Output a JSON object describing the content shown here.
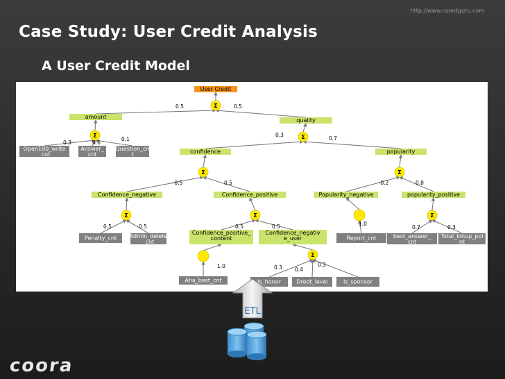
{
  "header": {
    "url": "http://www.coordguru.com",
    "title": "Case Study: User Credit Analysis",
    "subtitle": "A User Credit Model",
    "logo": "coora"
  },
  "etl": {
    "label": "ETL"
  },
  "colors": {
    "orange_node": "#f7941d",
    "green_node": "#c9e36b",
    "gray_leaf": "#808080",
    "yellow_op": "#ffea00",
    "edge": "#7a7a7a"
  },
  "diagram": {
    "nodes": [
      {
        "id": "user_credit",
        "label": "User Credit",
        "kind": "orange"
      },
      {
        "id": "s_root",
        "label": "Σ",
        "kind": "sigma"
      },
      {
        "id": "amount",
        "label": "amount",
        "kind": "green"
      },
      {
        "id": "quality",
        "label": "quality",
        "kind": "green"
      },
      {
        "id": "s_amount",
        "label": "Σ",
        "kind": "sigma"
      },
      {
        "id": "s_quality",
        "label": "Σ",
        "kind": "sigma"
      },
      {
        "id": "open100",
        "label": "Open100_write _cnt",
        "kind": "gray"
      },
      {
        "id": "answer",
        "label": "Answer_ cnt",
        "kind": "gray"
      },
      {
        "id": "question",
        "label": "Question_cn t",
        "kind": "gray"
      },
      {
        "id": "confidence",
        "label": "confidence",
        "kind": "green"
      },
      {
        "id": "popularity",
        "label": "popularity",
        "kind": "green"
      },
      {
        "id": "s_conf",
        "label": "Σ",
        "kind": "sigma"
      },
      {
        "id": "s_pop",
        "label": "Σ",
        "kind": "sigma"
      },
      {
        "id": "conf_neg",
        "label": "Confidence_negative",
        "kind": "green"
      },
      {
        "id": "conf_pos",
        "label": "Confidence_positive",
        "kind": "green"
      },
      {
        "id": "pop_neg",
        "label": "Popularity_negative",
        "kind": "green"
      },
      {
        "id": "pop_pos",
        "label": "popularity_positive",
        "kind": "green"
      },
      {
        "id": "s_confneg",
        "label": "Σ",
        "kind": "sigma"
      },
      {
        "id": "s_confpos",
        "label": "Σ",
        "kind": "sigma"
      },
      {
        "id": "o_popneg",
        "label": "",
        "kind": "blank"
      },
      {
        "id": "s_poppos",
        "label": "Σ",
        "kind": "sigma"
      },
      {
        "id": "penalty",
        "label": "Penalty_cnt",
        "kind": "gray"
      },
      {
        "id": "admin",
        "label": "Admin_delete _cnt",
        "kind": "gray"
      },
      {
        "id": "cp_content",
        "label": "Confidence_positive_ content",
        "kind": "green"
      },
      {
        "id": "cn_user",
        "label": "Confidence_negativ e_user",
        "kind": "green"
      },
      {
        "id": "report",
        "label": "Report_cnt",
        "kind": "gray"
      },
      {
        "id": "best_answer",
        "label": "best_answer_ cnt",
        "kind": "gray"
      },
      {
        "id": "total_kinup",
        "label": "Total_kinup_poi nt",
        "kind": "gray"
      },
      {
        "id": "o_content",
        "label": "",
        "kind": "blank"
      },
      {
        "id": "s_user",
        "label": "Σ",
        "kind": "sigma"
      },
      {
        "id": "aha",
        "label": "Aha_best_cnt",
        "kind": "gray"
      },
      {
        "id": "is_honor",
        "label": "Is_honor",
        "kind": "gray"
      },
      {
        "id": "dredt",
        "label": "Dredt_level",
        "kind": "gray"
      },
      {
        "id": "is_sponsor",
        "label": "Is_sponsor",
        "kind": "gray"
      }
    ],
    "edges": [
      {
        "from": "s_root",
        "to": "user_credit"
      },
      {
        "from": "amount",
        "to": "s_root"
      },
      {
        "from": "quality",
        "to": "s_root"
      },
      {
        "from": "s_amount",
        "to": "amount"
      },
      {
        "from": "s_quality",
        "to": "quality"
      },
      {
        "from": "open100",
        "to": "s_amount"
      },
      {
        "from": "answer",
        "to": "s_amount"
      },
      {
        "from": "question",
        "to": "s_amount"
      },
      {
        "from": "confidence",
        "to": "s_quality"
      },
      {
        "from": "popularity",
        "to": "s_quality"
      },
      {
        "from": "s_conf",
        "to": "confidence"
      },
      {
        "from": "s_pop",
        "to": "popularity"
      },
      {
        "from": "conf_neg",
        "to": "s_conf"
      },
      {
        "from": "conf_pos",
        "to": "s_conf"
      },
      {
        "from": "pop_neg",
        "to": "s_pop"
      },
      {
        "from": "pop_pos",
        "to": "s_pop"
      },
      {
        "from": "s_confneg",
        "to": "conf_neg"
      },
      {
        "from": "s_confpos",
        "to": "conf_pos"
      },
      {
        "from": "o_popneg",
        "to": "pop_neg"
      },
      {
        "from": "s_poppos",
        "to": "pop_pos"
      },
      {
        "from": "penalty",
        "to": "s_confneg"
      },
      {
        "from": "admin",
        "to": "s_confneg"
      },
      {
        "from": "cp_content",
        "to": "s_confpos"
      },
      {
        "from": "cn_user",
        "to": "s_confpos"
      },
      {
        "from": "report",
        "to": "o_popneg"
      },
      {
        "from": "best_answer",
        "to": "s_poppos"
      },
      {
        "from": "total_kinup",
        "to": "s_poppos"
      },
      {
        "from": "o_content",
        "to": "cp_content"
      },
      {
        "from": "s_user",
        "to": "cn_user"
      },
      {
        "from": "aha",
        "to": "o_content"
      },
      {
        "from": "is_honor",
        "to": "s_user"
      },
      {
        "from": "dredt",
        "to": "s_user"
      },
      {
        "from": "is_sponsor",
        "to": "s_user"
      }
    ],
    "weights": [
      {
        "id": "w_root_amount",
        "text": "0.5"
      },
      {
        "id": "w_root_quality",
        "text": "0.5"
      },
      {
        "id": "w_open100",
        "text": "0.3"
      },
      {
        "id": "w_answer",
        "text": "0.6"
      },
      {
        "id": "w_question",
        "text": "0.1"
      },
      {
        "id": "w_confidence",
        "text": "0.3"
      },
      {
        "id": "w_popularity",
        "text": "0.7"
      },
      {
        "id": "w_conf_neg",
        "text": "-0.5"
      },
      {
        "id": "w_conf_pos",
        "text": "0.5"
      },
      {
        "id": "w_pop_neg",
        "text": "-0.2"
      },
      {
        "id": "w_pop_pos",
        "text": "0.8"
      },
      {
        "id": "w_penalty",
        "text": "0.5"
      },
      {
        "id": "w_admin",
        "text": "0.5"
      },
      {
        "id": "w_cp_content",
        "text": "0.5"
      },
      {
        "id": "w_cn_user",
        "text": "0.5"
      },
      {
        "id": "w_report",
        "text": "1.0"
      },
      {
        "id": "w_best_answer",
        "text": "0.7"
      },
      {
        "id": "w_total_kinup",
        "text": "0.3"
      },
      {
        "id": "w_aha",
        "text": "1.0"
      },
      {
        "id": "w_is_honor",
        "text": "0.3"
      },
      {
        "id": "w_dredt",
        "text": "0.4"
      },
      {
        "id": "w_is_sponsor",
        "text": "0.3"
      }
    ]
  }
}
